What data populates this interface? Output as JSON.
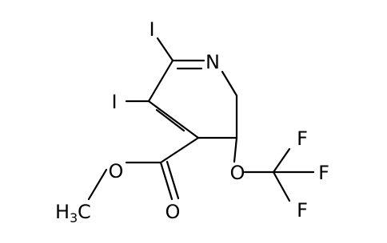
{
  "molecule": {
    "atoms": {
      "iodine_top": "I",
      "iodine_left": "I",
      "nitrogen": "N",
      "oxygen_ester": "O",
      "oxygen_carbonyl": "O",
      "oxygen_ether": "O",
      "fluorine_top": "F",
      "fluorine_right": "F",
      "fluorine_bottom": "F",
      "methyl_h": "H",
      "methyl_subscript": "3",
      "methyl_c": "C"
    },
    "colors": {
      "bond": "#000000",
      "text": "#000000",
      "background": "#ffffff"
    }
  }
}
